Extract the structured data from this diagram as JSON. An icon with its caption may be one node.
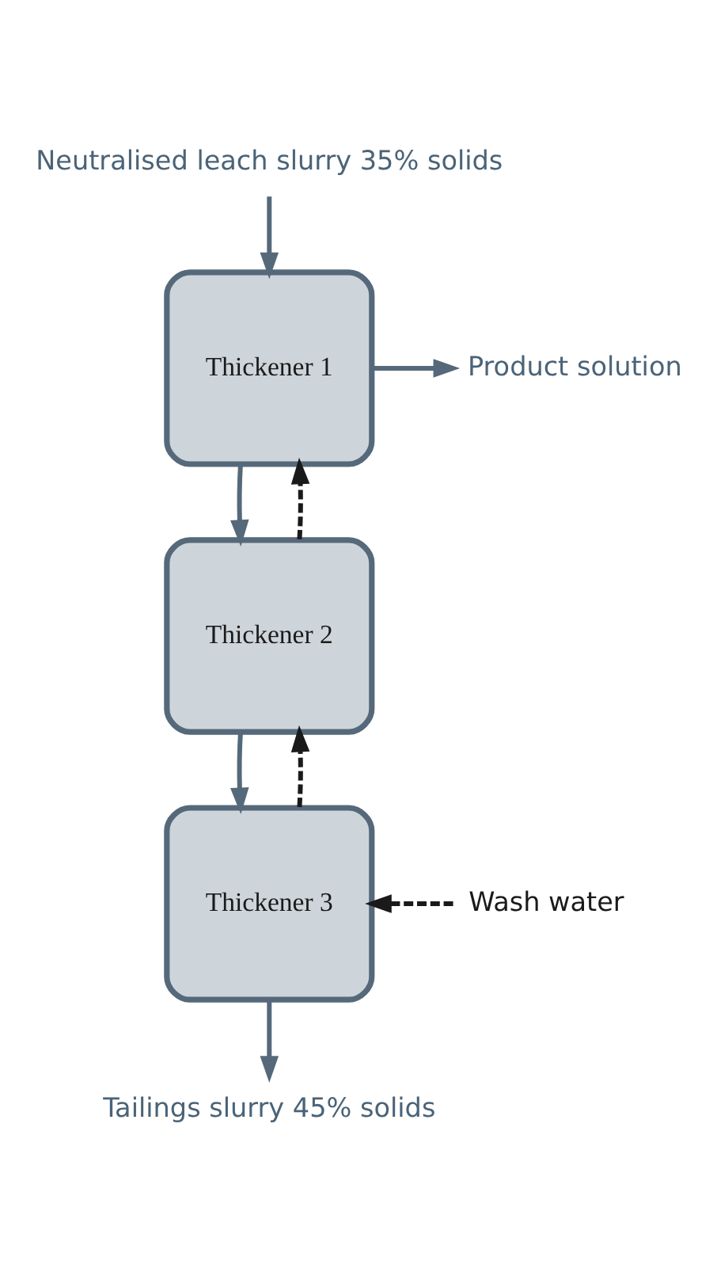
{
  "diagram": {
    "nodes": [
      {
        "text": [
          "Neutralised leach slurry 35% solids"
        ]
      },
      {
        "text": [
          "Thickener 1"
        ]
      },
      {
        "text": [
          "Product solution"
        ]
      },
      {
        "text": [
          "Thickener 2"
        ]
      },
      {
        "text": [
          "Wash water"
        ]
      },
      {
        "text": [
          "Thickener 3"
        ]
      },
      {
        "text": [
          "Tailings slurry 45% solids"
        ]
      }
    ],
    "edges": [
      {
        "from": 0,
        "to": 1,
        "arrow": "to"
      },
      {
        "from": 1,
        "to": 2,
        "arrow": "to"
      },
      {
        "from": 3,
        "to": 1,
        "arrow": "to",
        "style": "dashed",
        "color": "#1a1a1a"
      },
      {
        "from": 1,
        "to": 3,
        "arrow": "to"
      },
      {
        "from": 5,
        "to": 3,
        "arrow": "to",
        "style": "dashed",
        "color": "#1a1a1a"
      },
      {
        "from": 3,
        "to": 5,
        "arrow": "to"
      },
      {
        "from": 4,
        "to": 5,
        "arrow": "to",
        "style": "dashed",
        "color": "#1a1a1a"
      },
      {
        "from": 5,
        "to": 6,
        "arrow": "to"
      }
    ]
  }
}
